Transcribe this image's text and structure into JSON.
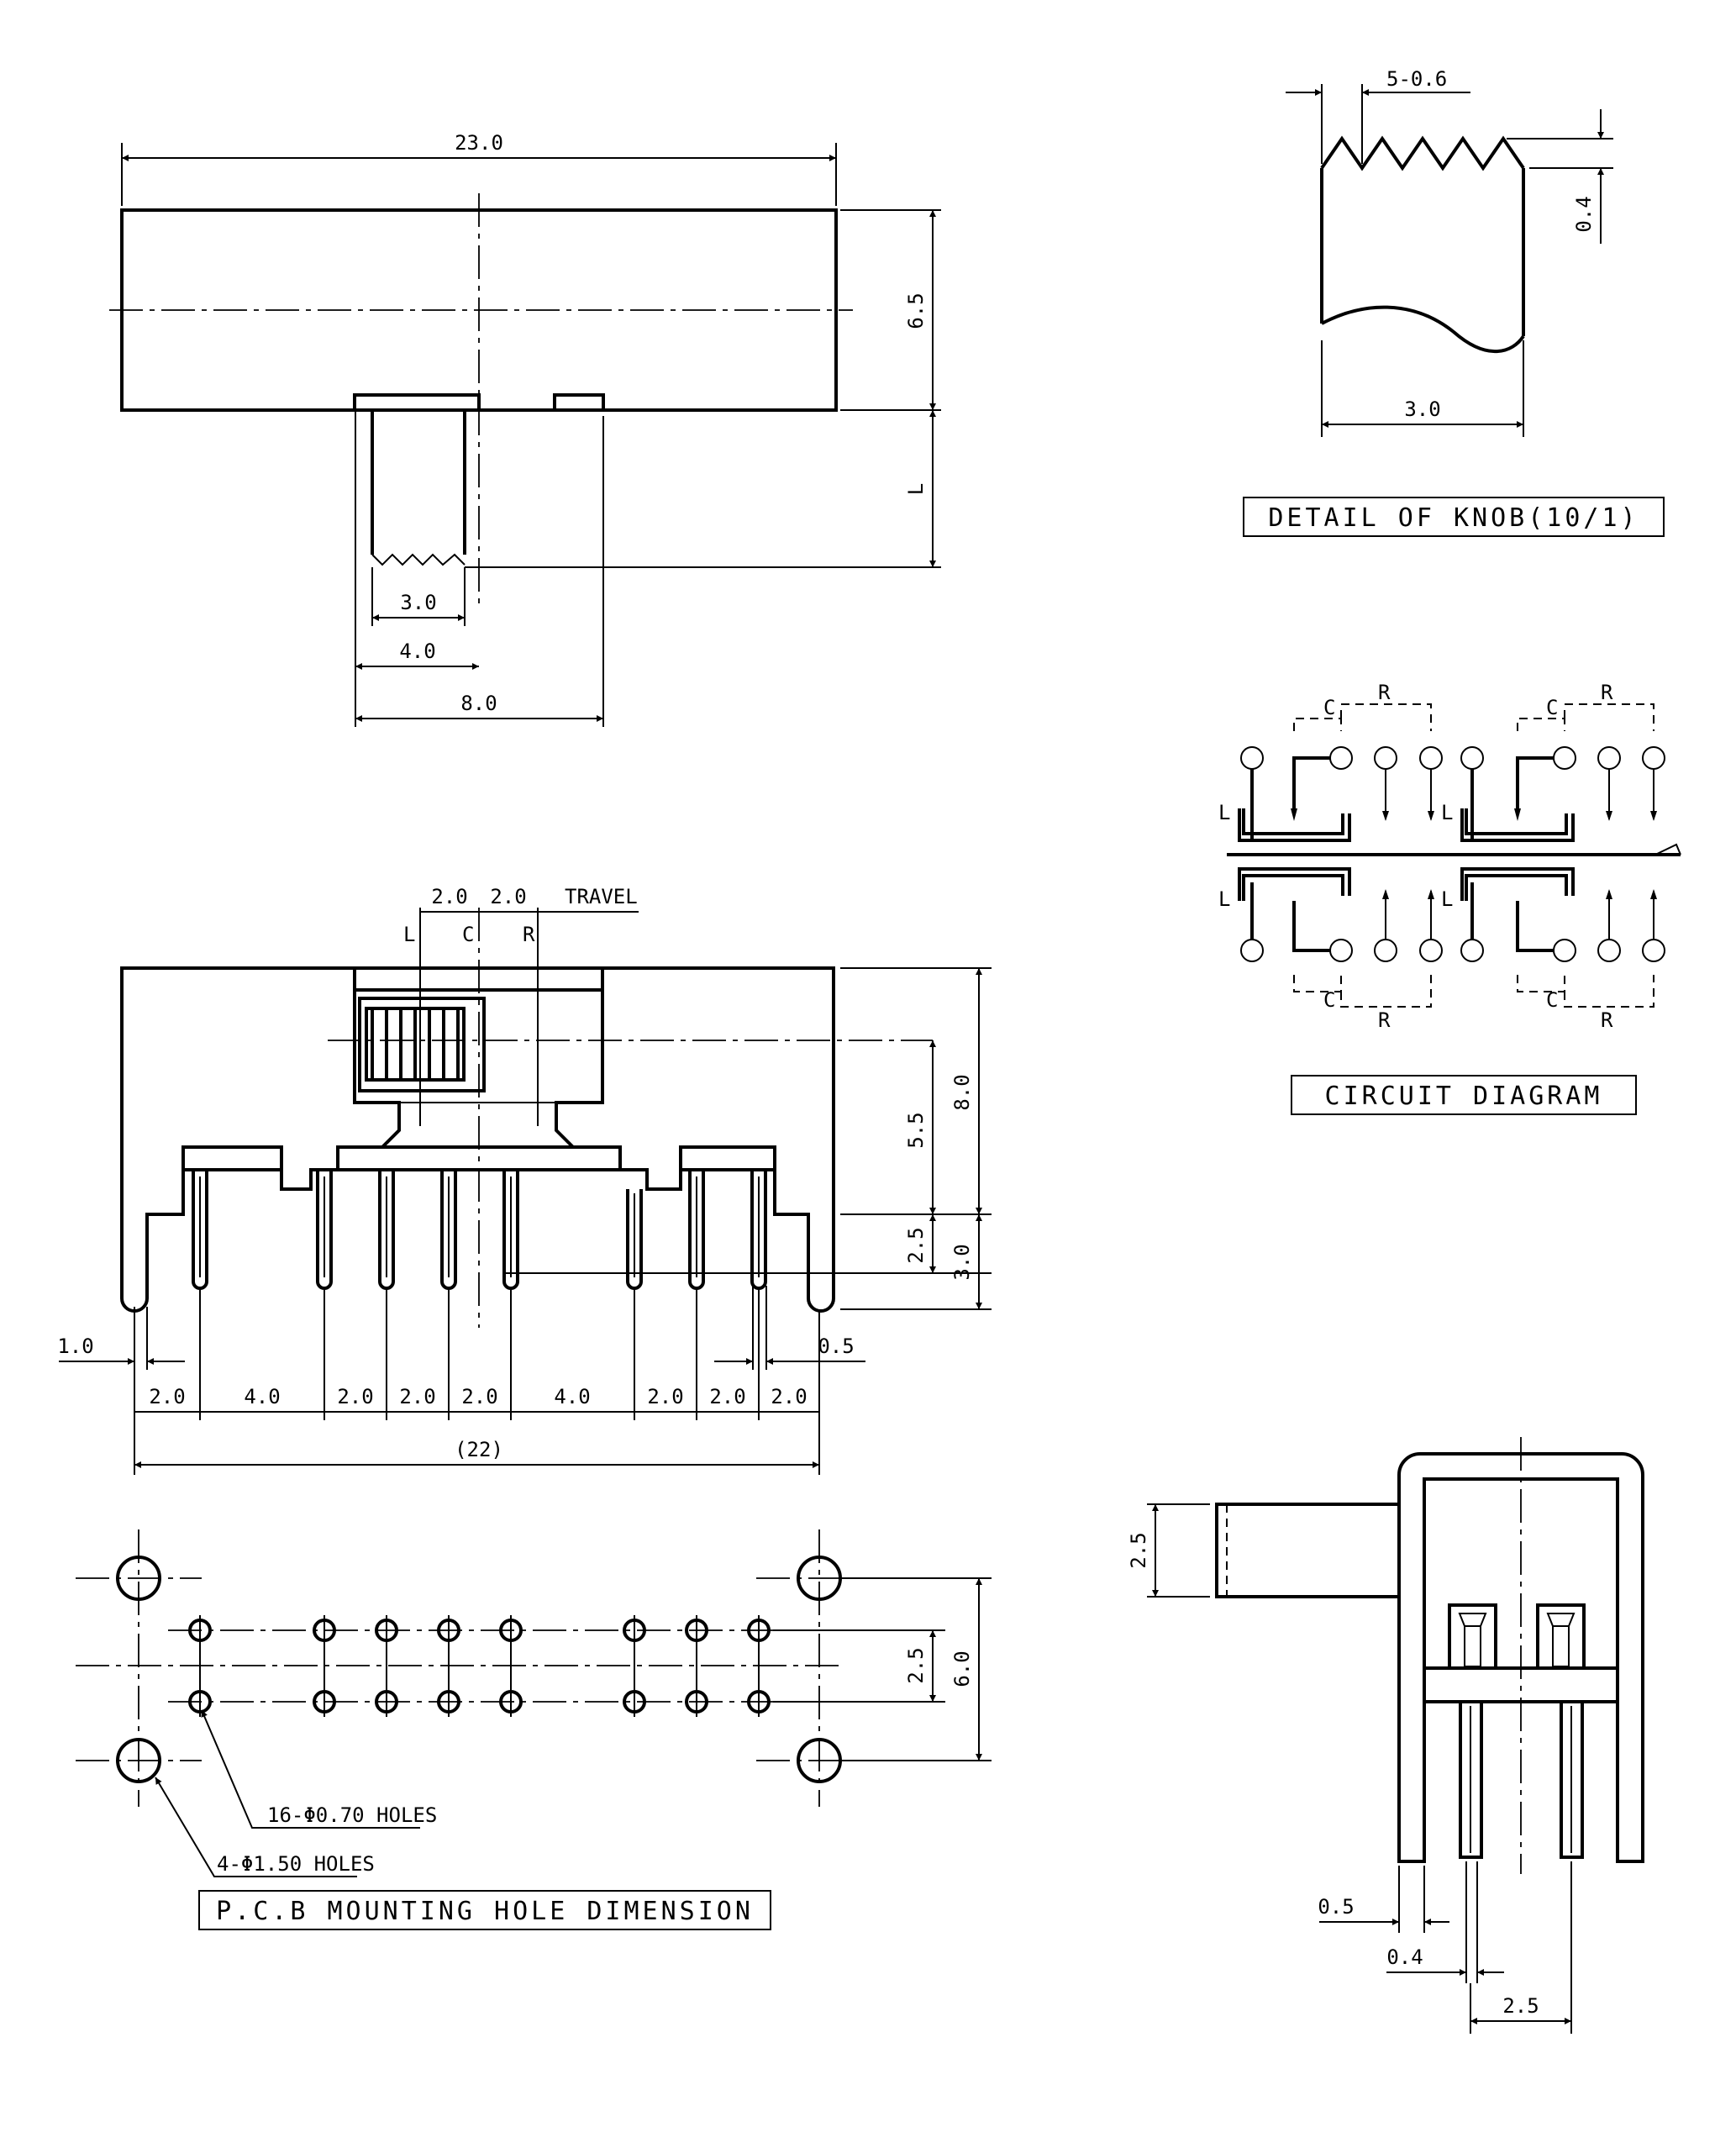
{
  "top_view": {
    "width": "23.0",
    "height": "6.5",
    "lever_length": "L",
    "knob_width": "3.0",
    "knob_offset": "4.0",
    "slot_width": "8.0"
  },
  "knob_detail": {
    "title": "DETAIL OF KNOB(10/1)",
    "teeth": "5-0.6",
    "tooth_depth": "0.4",
    "width": "3.0"
  },
  "circuit": {
    "title": "CIRCUIT DIAGRAM",
    "label_c": "C",
    "label_r": "R",
    "label_l": "L"
  },
  "front_view": {
    "travel_1": "2.0",
    "travel_2": "2.0",
    "travel_label": "TRAVEL",
    "pos_l": "L",
    "pos_c": "C",
    "pos_r": "R",
    "height_total": "8.0",
    "height_body": "5.5",
    "pin_len": "2.5",
    "leg_len": "3.0",
    "leg_width": "1.0",
    "pin_width": "0.5",
    "spacing": [
      "2.0",
      "4.0",
      "2.0",
      "2.0",
      "2.0",
      "4.0",
      "2.0",
      "2.0",
      "2.0"
    ],
    "total_span": "(22)"
  },
  "pcb": {
    "title": "P.C.B  MOUNTING HOLE DIMENSION",
    "small_holes": "16-Φ0.70 HOLES",
    "large_holes": "4-Φ1.50 HOLES",
    "row_pitch": "2.5",
    "outer_pitch": "6.0"
  },
  "side_view": {
    "lever_height": "2.5",
    "pin_offset": "0.5",
    "pin_width": "0.4",
    "pin_pitch": "2.5"
  }
}
